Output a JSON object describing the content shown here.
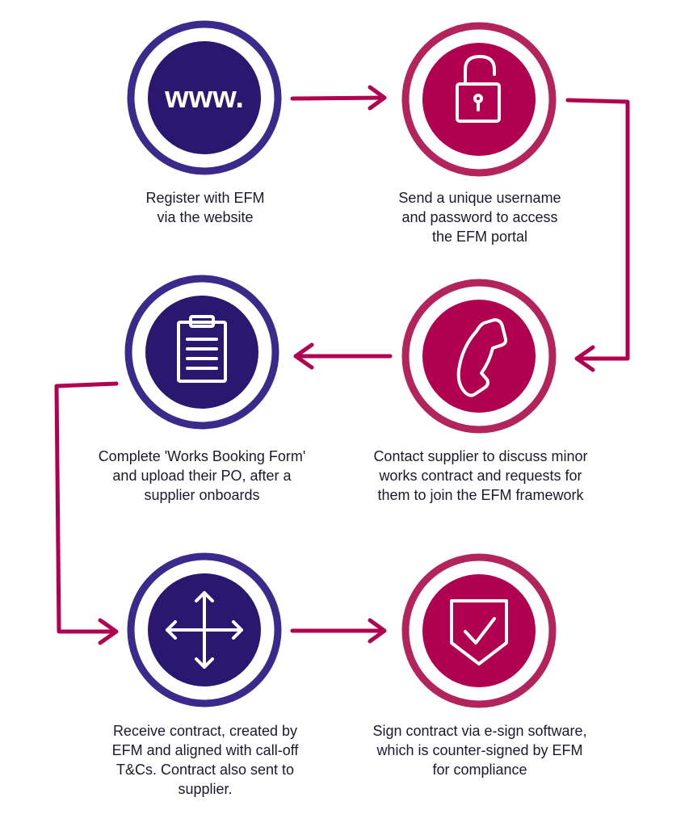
{
  "colors": {
    "navy": "#2a1870",
    "navy_ring": "#3b2a8c",
    "crimson": "#b0004f",
    "crimson_ring": "#b3245c",
    "text": "#1a1a2e"
  },
  "steps": [
    {
      "icon": "www-icon",
      "color": "navy",
      "label": "Register with EFM\nvia the website"
    },
    {
      "icon": "unlocked-padlock-icon",
      "color": "crimson",
      "label": "Send a unique username\nand password to access\nthe EFM portal"
    },
    {
      "icon": "phone-icon",
      "color": "crimson",
      "label": "Contact supplier to discuss minor\nworks contract and requests for\nthem to join the EFM framework"
    },
    {
      "icon": "clipboard-icon",
      "color": "navy",
      "label": "Complete 'Works Booking Form'\nand upload their PO, after a\nsupplier onboards"
    },
    {
      "icon": "move-arrows-icon",
      "color": "navy",
      "label": "Receive contract, created by\nEFM and aligned with call-off\nT&Cs. Contract also sent to\nsupplier."
    },
    {
      "icon": "shield-check-icon",
      "color": "crimson",
      "label": "Sign contract via e-sign software,\nwhich is counter-signed by EFM\nfor compliance"
    }
  ],
  "www_text": "www."
}
